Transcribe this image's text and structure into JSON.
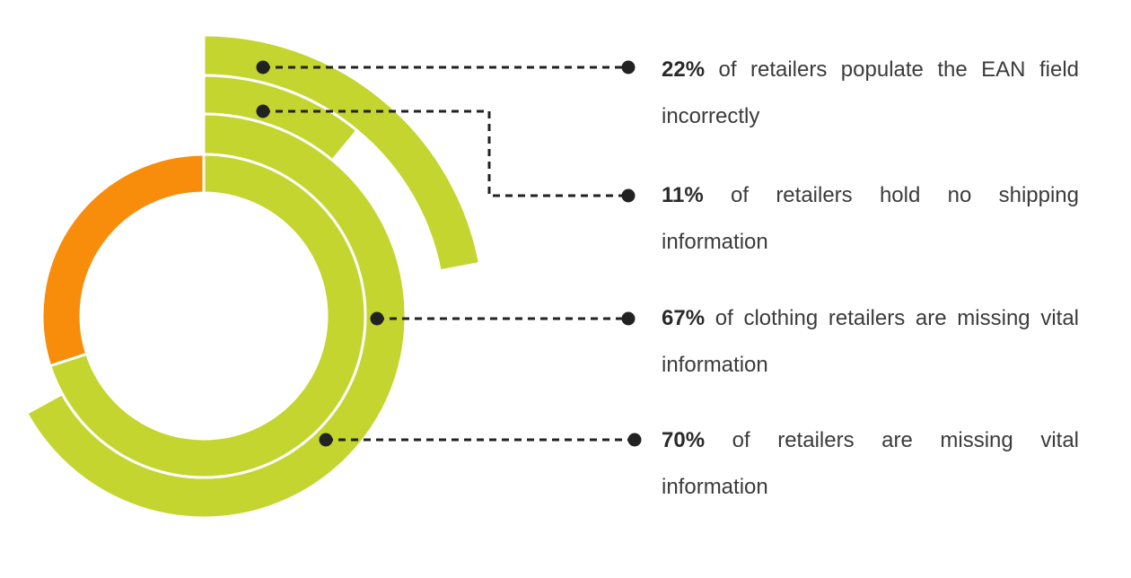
{
  "chart_data": {
    "type": "radial-bar",
    "series": [
      {
        "value": 22,
        "unit": "%",
        "text": "of retailers populate the EAN field incorrectly",
        "color": "#c3d52e"
      },
      {
        "value": 11,
        "unit": "%",
        "text": "of retailers hold no shipping information",
        "color": "#c3d52e"
      },
      {
        "value": 67,
        "unit": "%",
        "text": "of clothing retailers are missing vital information",
        "color": "#c3d52e"
      },
      {
        "value": 70,
        "unit": "%",
        "text": "of retailers are missing vital information",
        "color": "#c3d52e",
        "remainder_color": "#f78d0a"
      }
    ]
  },
  "colors": {
    "accent_green": "#c3d52e",
    "accent_orange": "#f78d0a",
    "connector": "#222222"
  },
  "callouts": [
    {
      "percent": "22%",
      "text": "of retailers populate the EAN field incorrectly"
    },
    {
      "percent": "11%",
      "text": "of retailers hold no shipping information"
    },
    {
      "percent": "67%",
      "text": "of clothing retailers are missing vital information"
    },
    {
      "percent": "70%",
      "text": "of retailers are missing vital information"
    }
  ]
}
